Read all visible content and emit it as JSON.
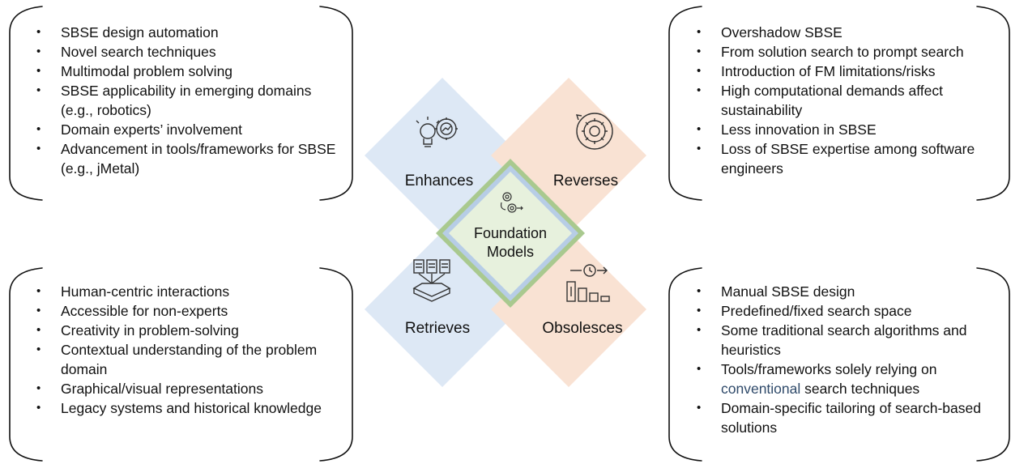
{
  "center": {
    "line1": "Foundation",
    "line2": "Models"
  },
  "quadrants": {
    "enhances": "Enhances",
    "reverses": "Reverses",
    "retrieves": "Retrieves",
    "obsolesces": "Obsolesces"
  },
  "icons": {
    "enhances": "lightbulb-gear-growth-icon",
    "reverses": "gear-cycle-icon",
    "retrieves": "documents-retrieval-icon",
    "obsolesces": "clock-chart-decline-icon",
    "center": "gears-process-icon"
  },
  "colors": {
    "enhances": "#dde8f5",
    "reverses": "#f9e2d3",
    "retrieves": "#dde8f5",
    "obsolesces": "#f9e2d3",
    "center_fill": "#e7f1dd",
    "center_border_outer": "#a9c98f",
    "center_border_inner": "#b7cde6"
  },
  "panels": {
    "top_left": [
      "SBSE design automation",
      "Novel search techniques",
      "Multimodal problem solving",
      "SBSE applicability in emerging domains (e.g., robotics)",
      "Domain experts’ involvement",
      "Advancement in tools/frameworks for SBSE (e.g., jMetal)"
    ],
    "top_right": [
      "Overshadow SBSE",
      "From solution search to prompt search",
      "Introduction of FM limitations/risks",
      "High computational demands affect sustainability",
      "Less innovation in SBSE",
      "Loss of SBSE expertise among software engineers"
    ],
    "bottom_left": [
      "Human-centric interactions",
      "Accessible for non-experts",
      "Creativity in problem-solving",
      "Contextual understanding of the problem domain",
      "Graphical/visual representations",
      "Legacy systems and historical knowledge"
    ],
    "bottom_right": [
      "Manual SBSE design",
      "Predefined/fixed search space",
      "Some traditional search algorithms and heuristics",
      "Tools/frameworks solely relying on ",
      "conventional",
      " search techniques",
      "Domain-specific tailoring of search-based solutions"
    ]
  }
}
